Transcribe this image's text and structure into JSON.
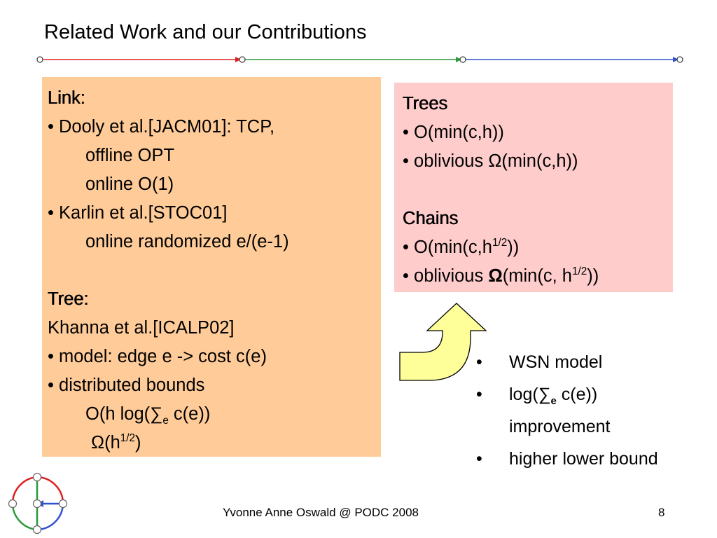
{
  "title": "Related Work and our Contributions",
  "colors": {
    "left_box": "#ffcc99",
    "right_box": "#ffcccc",
    "arrow_fill": "#ffff99",
    "red": "#e02020",
    "green": "#2a9a3a",
    "blue": "#3050d0"
  },
  "left": {
    "link_heading": "Link:",
    "l1": "• Dooly et al.[JACM01]: TCP,",
    "l2": "offline OPT",
    "l3": "online O(1)",
    "l4": "• Karlin et al.[STOC01]",
    "l5": "online randomized e/(e-1)",
    "tree_heading": "Tree:",
    "l6": "Khanna et al.[ICALP02]",
    "l7": "• model: edge e -> cost c(e)",
    "l8": "• distributed bounds",
    "l9_a": "O(h log(",
    "l9_sum": "∑",
    "l9_sub": "e",
    "l9_b": " c(e))",
    "l10_omega": "Ω",
    "l10_a": "(h",
    "l10_sup": "1/2",
    "l10_b": ")"
  },
  "right": {
    "trees_heading": "Trees",
    "t1": "• O(min(c,h))",
    "t2_a": "• oblivious ",
    "t2_omega": "Ω",
    "t2_b": "(min(c,h))",
    "chains_heading": "Chains",
    "c1_a": "• O(min(c,h",
    "c1_sup": "1/2",
    "c1_b": "))",
    "c2_a": "• oblivious ",
    "c2_omega": "Ω",
    "c2_b": "(min(c, h",
    "c2_sup": "1/2",
    "c2_b2": "))"
  },
  "bullets": {
    "dot": "•",
    "b1": "WSN model",
    "b2_a": "log(",
    "b2_sum": "∑",
    "b2_sub": "e",
    "b2_b": " c(e))",
    "b2_cont": "improvement",
    "b3": "higher lower bound"
  },
  "footer": "Yvonne Anne Oswald @ PODC 2008",
  "page_number": "8"
}
